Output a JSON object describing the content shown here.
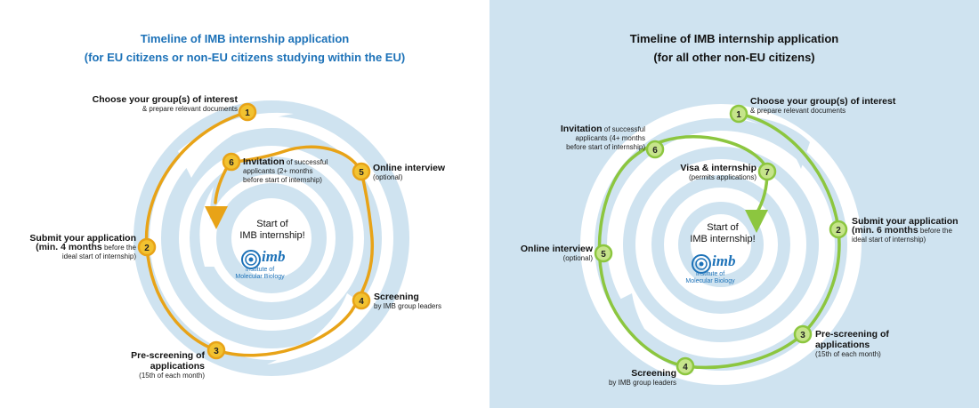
{
  "left": {
    "title": "Timeline of IMB internship application",
    "subtitle": "(for EU citizens or non-EU citizens studying within the EU)",
    "title_color": "#1d72b8",
    "accent": "#e8a317",
    "center": {
      "line1": "Start of",
      "line2": "IMB internship!"
    },
    "logo": {
      "mark": "imb",
      "line1": "Institute of",
      "line2": "Molecular Biology"
    },
    "steps": [
      {
        "num": "1",
        "title": "Choose your group(s) of interest",
        "detail": "& prepare relevant documents"
      },
      {
        "num": "2",
        "title": "Submit your application",
        "detail_bold": "(min. 4 months",
        "detail": " before the",
        "detail2": "ideal start of internship)"
      },
      {
        "num": "3",
        "title": "Pre-screening of",
        "title2": "applications",
        "detail": "(15th of each month)"
      },
      {
        "num": "4",
        "title": "Screening",
        "detail": "by IMB group leaders"
      },
      {
        "num": "5",
        "title": "Online interview",
        "detail": "(optional)"
      },
      {
        "num": "6",
        "title": "Invitation",
        "detail": " of successful",
        "detail2": "applicants (2+ months",
        "detail3": "before start of internship)"
      }
    ]
  },
  "right": {
    "title": "Timeline of IMB internship application",
    "subtitle": "(for all other non-EU citizens)",
    "title_color": "#111111",
    "accent": "#8cc63f",
    "center": {
      "line1": "Start of",
      "line2": "IMB internship!"
    },
    "logo": {
      "mark": "imb",
      "line1": "Institute of",
      "line2": "Molecular Biology"
    },
    "steps": [
      {
        "num": "1",
        "title": "Choose your group(s) of interest",
        "detail": "& prepare relevant documents"
      },
      {
        "num": "2",
        "title": "Submit your application",
        "detail_bold": "(min. 6 months",
        "detail": " before the",
        "detail2": "ideal start of internship)"
      },
      {
        "num": "3",
        "title": "Pre-screening of",
        "title2": "applications",
        "detail": "(15th of each month)"
      },
      {
        "num": "4",
        "title": "Screening",
        "detail": "by IMB group leaders"
      },
      {
        "num": "5",
        "title": "Online interview",
        "detail": "(optional)"
      },
      {
        "num": "6",
        "title": "Invitation",
        "detail": " of successful",
        "detail2": "applicants (4+ months",
        "detail3": "before start of internship)"
      },
      {
        "num": "7",
        "title": "Visa & internship",
        "detail": "(permits applications)"
      }
    ]
  },
  "colors": {
    "spiral": "#cfe3f0",
    "spiral_dark": "#b7d4e8",
    "right_bg": "#cfe3f0",
    "logo_blue": "#1d72b8"
  }
}
